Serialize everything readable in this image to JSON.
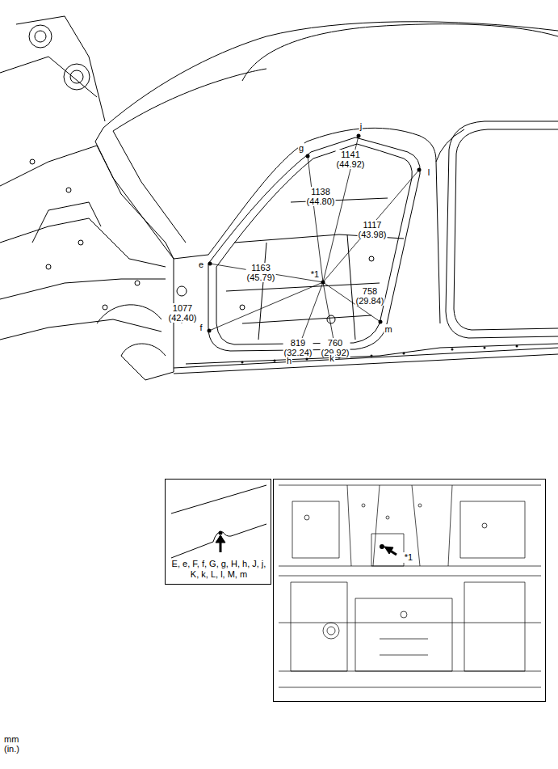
{
  "diagram": {
    "nodes": [
      {
        "text": [
          "E, e, F, f, G, g, H, h, J, j, K, k, L, l, M, m"
        ]
      },
      {
        "text": [
          "*1"
        ]
      }
    ],
    "labels": [
      "g",
      "j",
      "l",
      "1141 (44.92)",
      "1138 (44.80)",
      "1117 (43.98)",
      "e",
      "1163 (45.79)",
      "*1",
      "758 (29.84)",
      "1077 (42.40)",
      "f",
      "819 (32.24)",
      "760 (29.92)",
      "h",
      "k",
      "m",
      "mm (in.)"
    ]
  }
}
